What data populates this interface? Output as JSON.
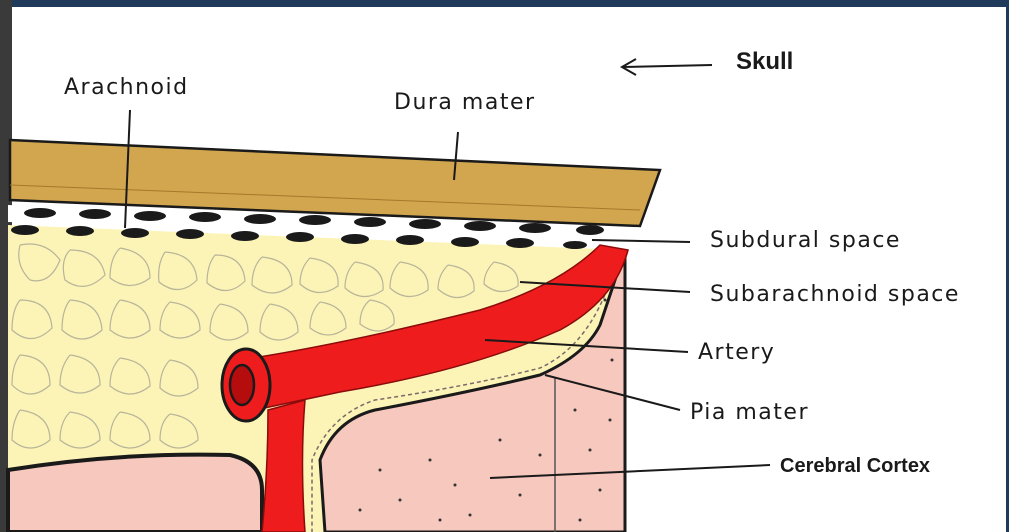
{
  "labels": {
    "skull": "Skull",
    "arachnoid": "Arachnoid",
    "dura_mater": "Dura mater",
    "subdural_space": "Subdural space",
    "subarachnoid_space": "Subarachnoid space",
    "artery": "Artery",
    "pia_mater": "Pia mater",
    "cerebral_cortex": "Cerebral Cortex"
  },
  "colors": {
    "frame": "#1f3a5a",
    "dura": "#d2a54f",
    "arachnoid_fill": "#fbf4b6",
    "artery": "#ee1c1c",
    "cortex": "#f6c8be",
    "line": "#1a1a1a"
  }
}
